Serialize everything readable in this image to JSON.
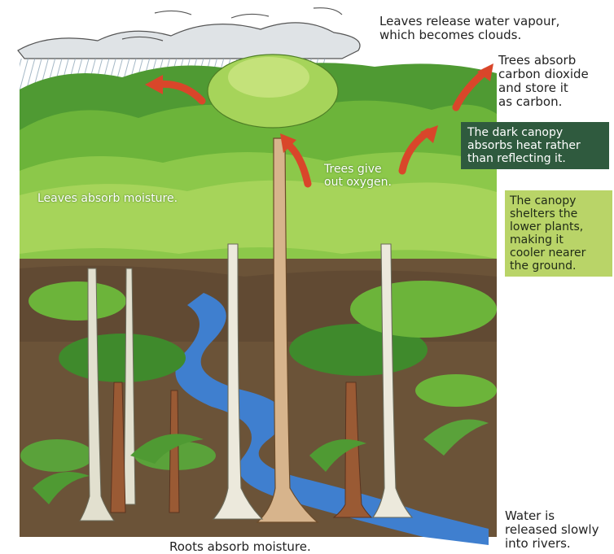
{
  "annotations": {
    "clouds": "Leaves release water vapour,\nwhich becomes clouds.",
    "carbon": "Trees absorb\ncarbon dioxide\nand store it\nas carbon.",
    "heat": "The dark canopy\nabsorbs heat rather\nthan reflecting it.",
    "oxygen": "Trees give\nout oxygen.",
    "moisture": "Leaves absorb moisture.",
    "shelter": "The canopy\nshelters the\nlower plants,\nmaking it\ncooler nearer\nthe ground.",
    "rivers": "Water is\nreleased slowly\ninto rivers.",
    "roots": "Roots absorb moisture."
  },
  "colors": {
    "sky": "#ffffff",
    "cloud": "#dfe3e6",
    "rain": "#9fb4c4",
    "canopy_dark": "#3f8a2c",
    "canopy_mid": "#6cb43a",
    "canopy_light": "#a6d45a",
    "canopy_pale": "#c4e27a",
    "ground": "#6b5338",
    "river": "#3f7fcf",
    "trunk_pale": "#e6e6d6",
    "trunk_tan": "#d7b48c",
    "trunk_brown": "#9a5a34",
    "arrow": "#d9462a",
    "box_dark": "#2f5a3e",
    "box_light": "#b9d468"
  }
}
